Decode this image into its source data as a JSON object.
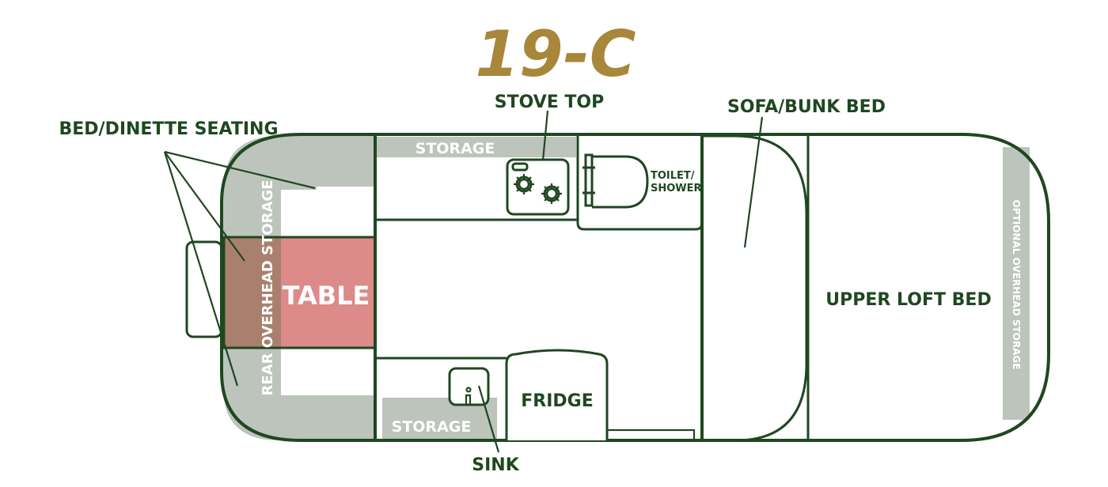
{
  "title": "19-C",
  "labels": {
    "stove_top": "STOVE TOP",
    "sofa_bunk_bed": "SOFA/BUNK BED",
    "bed_dinette_seating": "BED/DINETTE SEATING",
    "storage_top": "STORAGE",
    "storage_bottom": "STORAGE",
    "toilet_shower_line1": "TOILET/",
    "toilet_shower_line2": "SHOWER",
    "rear_overhead_storage": "REAR OVERHEAD STORAGE",
    "table": "TABLE",
    "upper_loft_bed": "UPPER LOFT BED",
    "optional_overhead_storage": "OPTIONAL OVERHEAD STORAGE",
    "fridge": "FRIDGE",
    "sink": "SINK"
  },
  "colors": {
    "outline": "#1f4720",
    "storage": "#bcc4bc",
    "table": "#dc8a8a",
    "rear_storage_overlap": "#a9806e",
    "title": "#a8873a"
  }
}
